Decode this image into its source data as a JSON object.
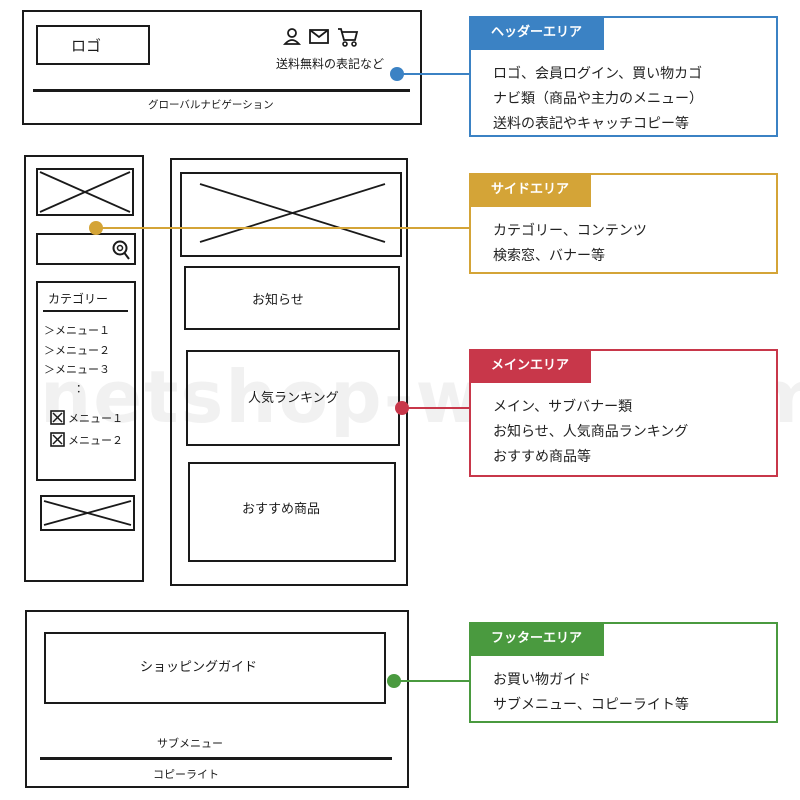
{
  "watermark": "netshop-work.com",
  "colors": {
    "header": "#3b82c4",
    "side": "#d4a437",
    "main": "#c8374a",
    "footer": "#4a9a3f"
  },
  "sketch": {
    "header": {
      "logo": "ロゴ",
      "shipping": "送料無料の表記など",
      "global_nav": "グローバルナビゲーション"
    },
    "side": {
      "category_title": "カテゴリー",
      "menu": [
        "＞メニュー１",
        "＞メニュー２",
        "＞メニュー３",
        "："
      ],
      "menu_x": [
        "メニュー１",
        "メニュー２"
      ]
    },
    "main": {
      "news": "お知らせ",
      "ranking": "人気ランキング",
      "recommend": "おすすめ商品"
    },
    "footer": {
      "guide": "ショッピングガイド",
      "sub_menu": "サブメニュー",
      "copyright": "コピーライト"
    }
  },
  "cards": [
    {
      "title": "ヘッダーエリア",
      "lines": [
        "ロゴ、会員ログイン、買い物カゴ",
        "ナビ類（商品や主力のメニュー）",
        "送料の表記やキャッチコピー等"
      ]
    },
    {
      "title": "サイドエリア",
      "lines": [
        "カテゴリー、コンテンツ",
        "検索窓、バナー等"
      ]
    },
    {
      "title": "メインエリア",
      "lines": [
        "メイン、サブバナー類",
        "お知らせ、人気商品ランキング",
        "おすすめ商品等"
      ]
    },
    {
      "title": "フッターエリア",
      "lines": [
        "お買い物ガイド",
        "サブメニュー、コピーライト等"
      ]
    }
  ]
}
